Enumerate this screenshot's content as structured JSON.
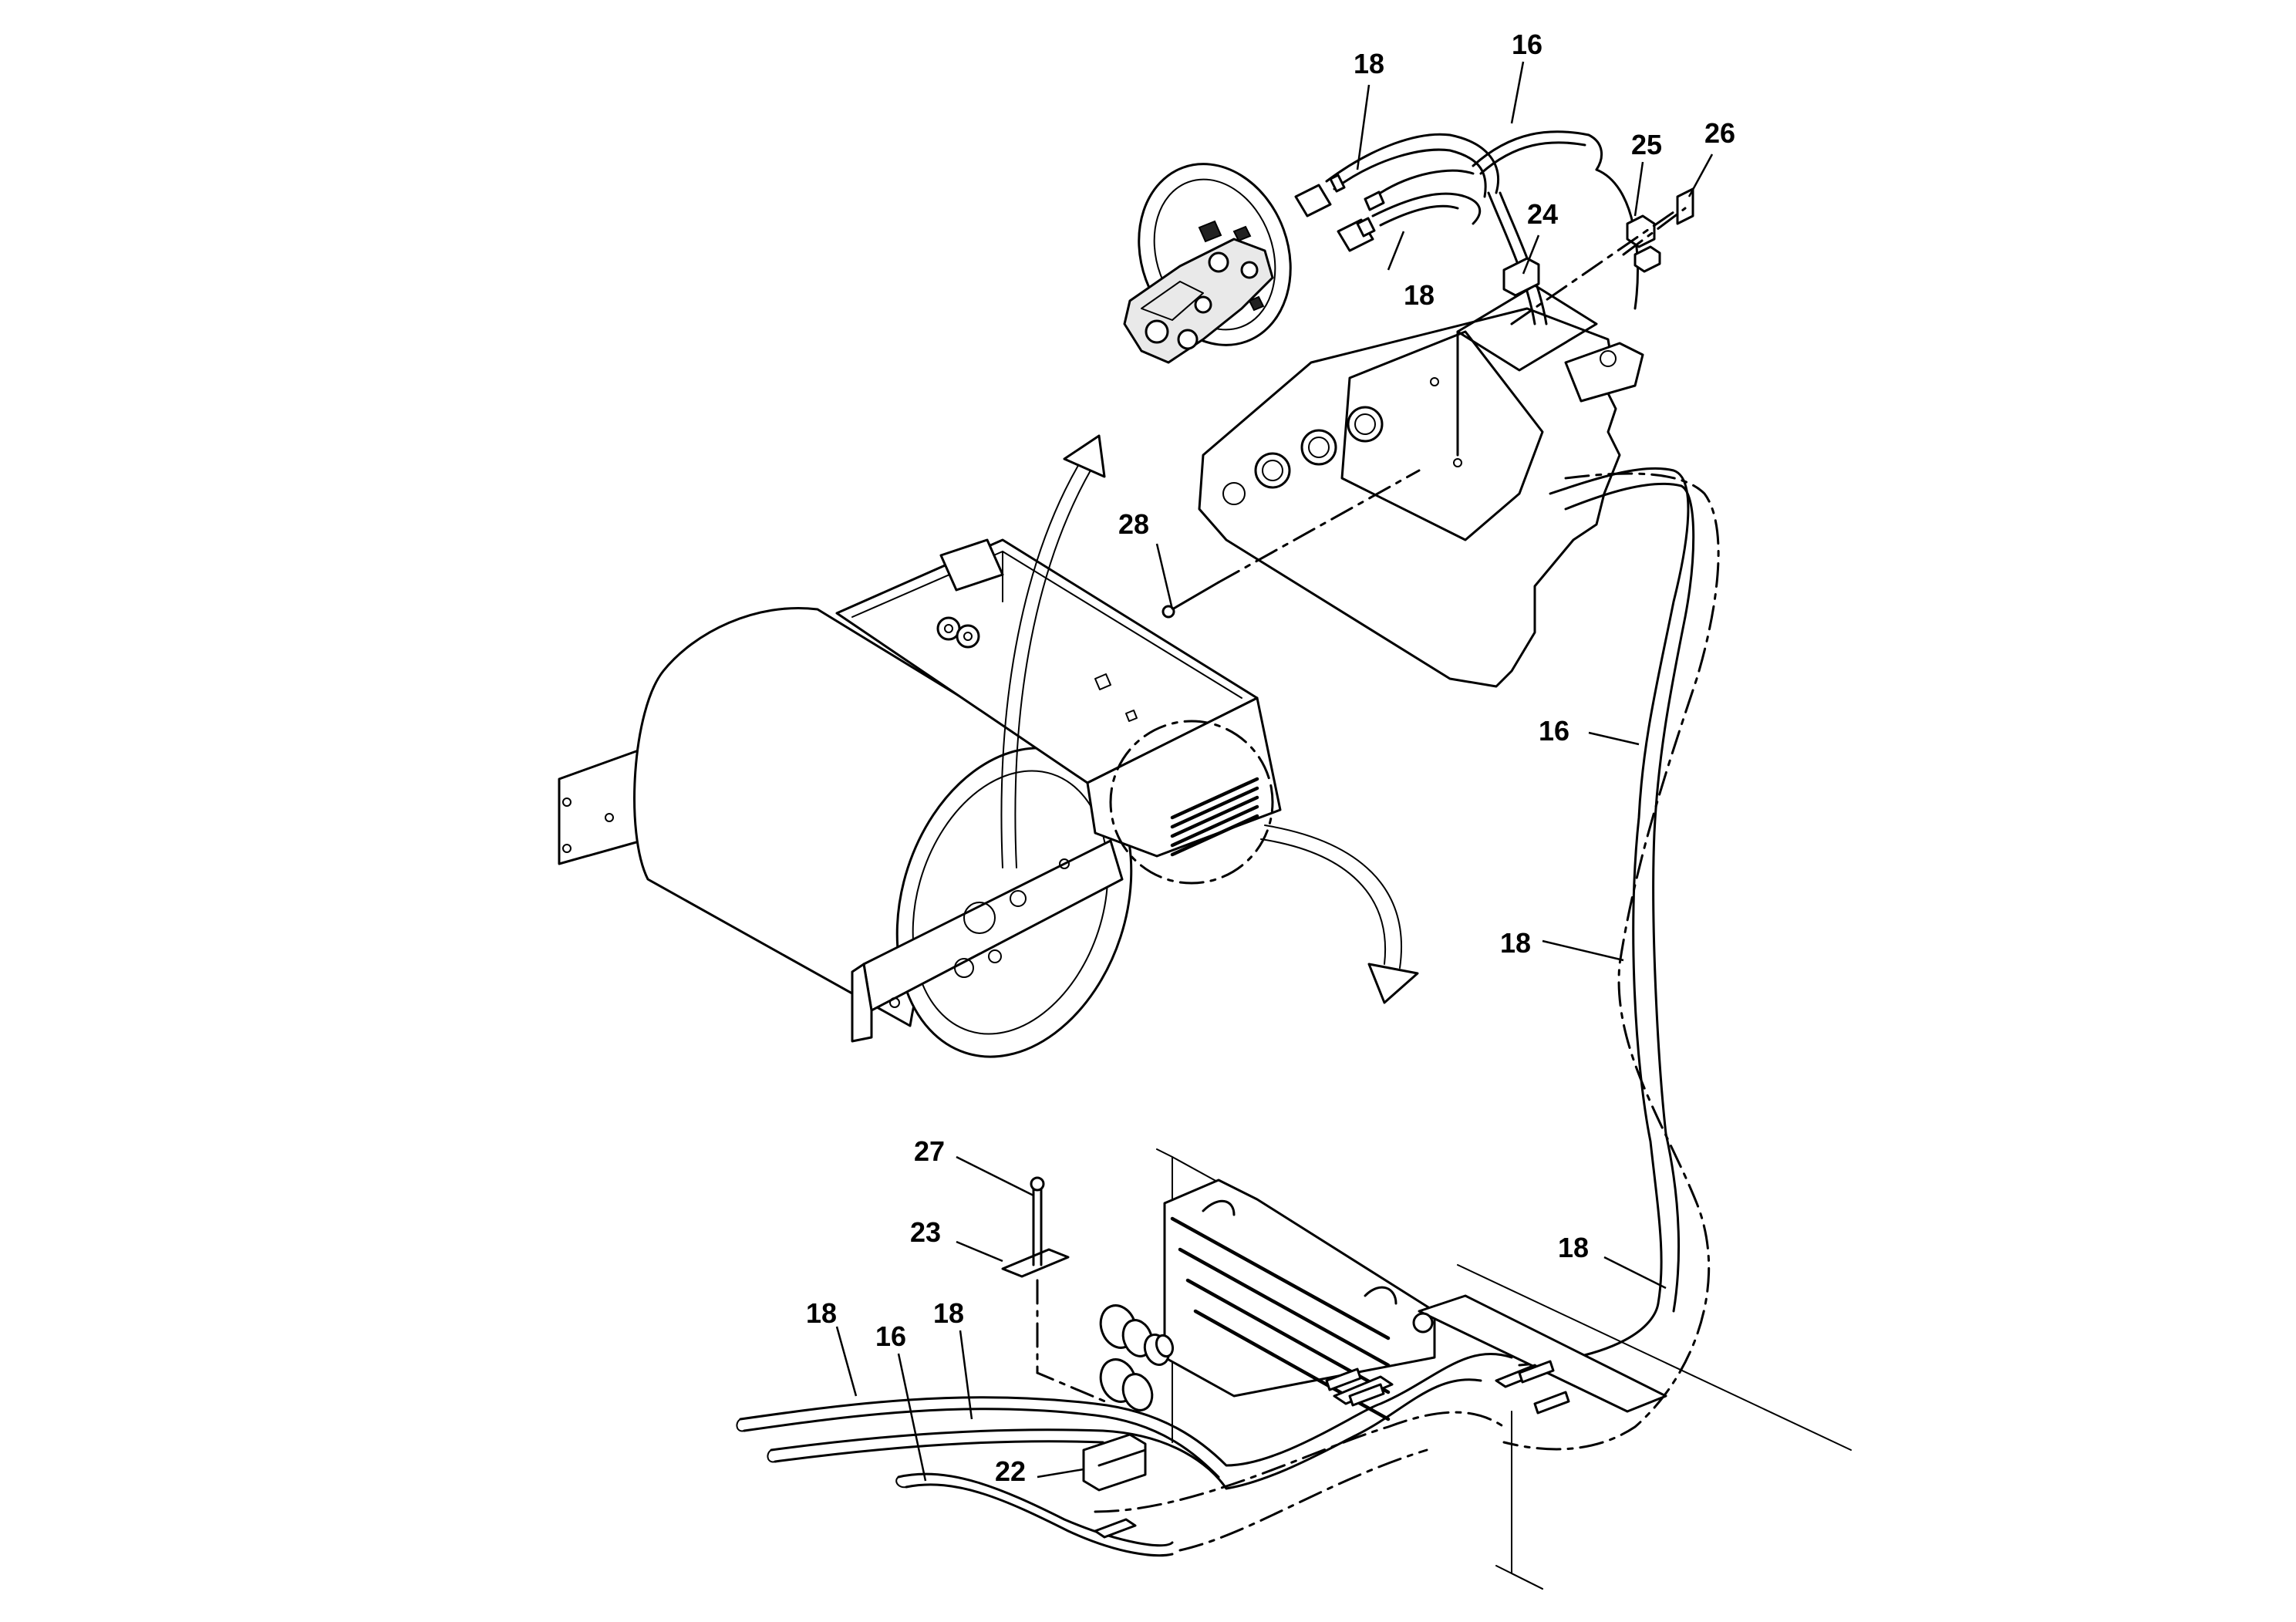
{
  "diagram": {
    "callouts": [
      {
        "id": "c16a",
        "label": "16"
      },
      {
        "id": "c18a",
        "label": "18"
      },
      {
        "id": "c25",
        "label": "25"
      },
      {
        "id": "c26",
        "label": "26"
      },
      {
        "id": "c24",
        "label": "24"
      },
      {
        "id": "c18b",
        "label": "18"
      },
      {
        "id": "c28",
        "label": "28"
      },
      {
        "id": "c16b",
        "label": "16"
      },
      {
        "id": "c18c",
        "label": "18"
      },
      {
        "id": "c27",
        "label": "27"
      },
      {
        "id": "c23",
        "label": "23"
      },
      {
        "id": "c18d",
        "label": "18"
      },
      {
        "id": "c18e",
        "label": "18"
      },
      {
        "id": "c16c",
        "label": "16"
      },
      {
        "id": "c18f",
        "label": "18"
      },
      {
        "id": "c22",
        "label": "22"
      }
    ]
  }
}
